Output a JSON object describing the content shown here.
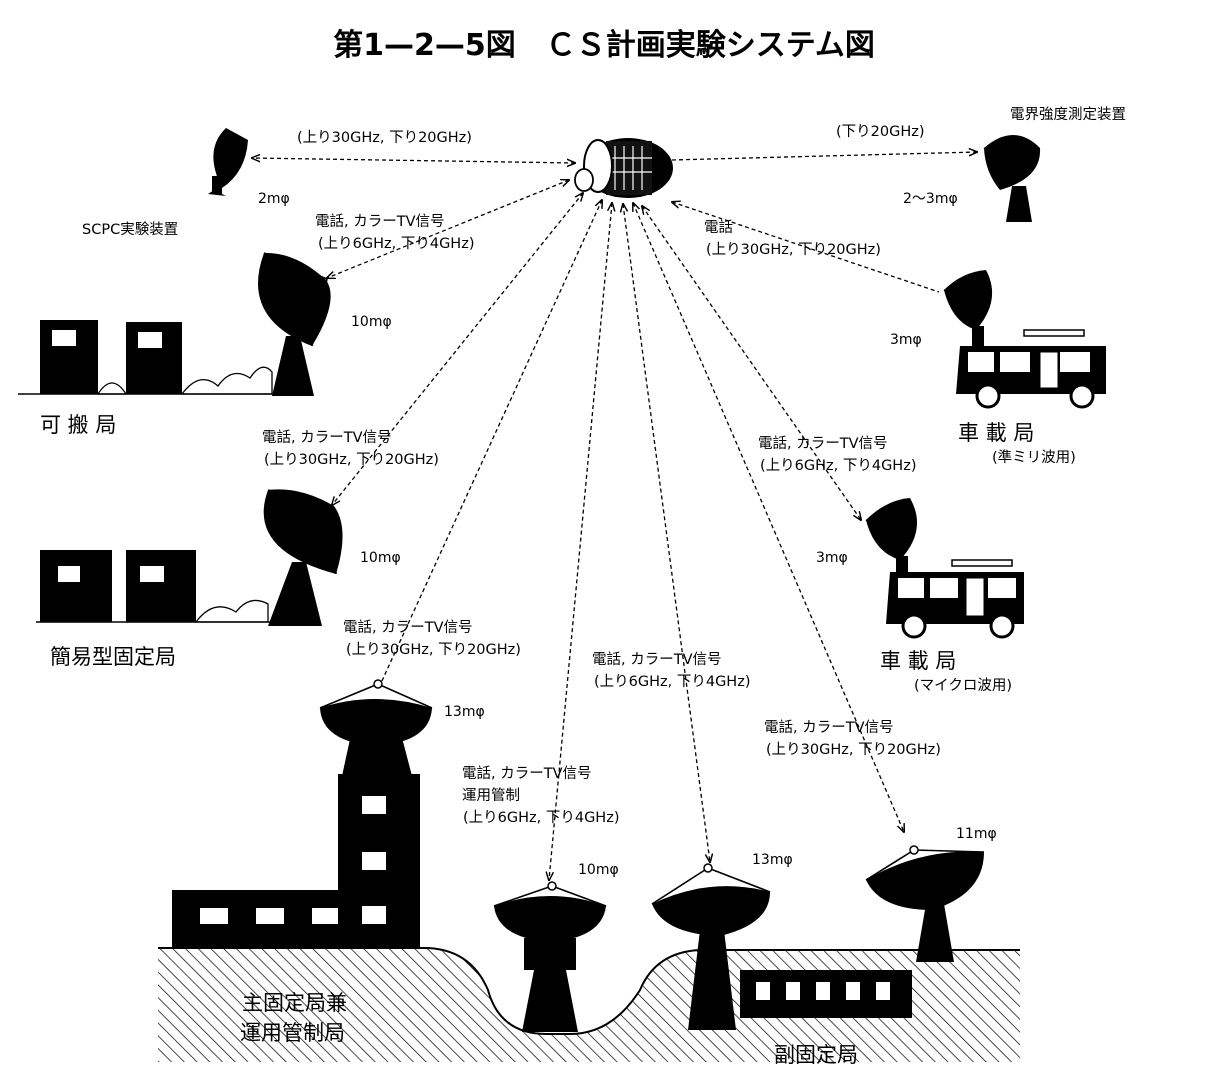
{
  "title": "第1—2—5図　ＣＳ計画実験システム図",
  "satellite": {
    "icon": "satellite-icon"
  },
  "stations": {
    "scpc": {
      "name": "SCPC実験装置",
      "size": "2mφ",
      "link": "(上り30GHz, 下り20GHz)"
    },
    "field_meter": {
      "name": "電界強度測定装置",
      "size": "2～3mφ",
      "link": "(下り20GHz)"
    },
    "portable": {
      "name": "可 搬 局",
      "size": "10mφ",
      "link_line1": "電話, カラーTV信号",
      "link_line2": "(上り6GHz, 下り4GHz)"
    },
    "vehicle_mm": {
      "name": "車 載 局",
      "sub": "(準ミリ波用)",
      "size": "3mφ",
      "link_line1": "電話",
      "link_line2": "(上り30GHz, 下り20GHz)"
    },
    "simple_fixed": {
      "name": "簡易型固定局",
      "size": "10mφ",
      "link_line1": "電話, カラーTV信号",
      "link_line2": "(上り30GHz, 下り20GHz)"
    },
    "vehicle_mw": {
      "name": "車 載 局",
      "sub": "(マイクロ波用)",
      "size": "3mφ",
      "link_line1": "電話, カラーTV信号",
      "link_line2": "(上り6GHz, 下り4GHz)"
    },
    "main_fixed": {
      "name_line1": "主固定局兼",
      "name_line2": "運用管制局",
      "size_13": "13mφ",
      "size_10": "10mφ",
      "link13_line1": "電話, カラーTV信号",
      "link13_line2": "(上り30GHz, 下り20GHz)",
      "link10_line1": "電話, カラーTV信号",
      "link10_line2": "運用管制",
      "link10_line3": "(上り6GHz, 下り4GHz)"
    },
    "sub_fixed": {
      "name": "副固定局",
      "size_13": "13mφ",
      "size_11": "11mφ",
      "link13_line1": "電話, カラーTV信号",
      "link13_line2": "(上り6GHz, 下り4GHz)",
      "link11_line1": "電話, カラーTV信号",
      "link11_line2": "(上り30GHz, 下り20GHz)"
    }
  }
}
